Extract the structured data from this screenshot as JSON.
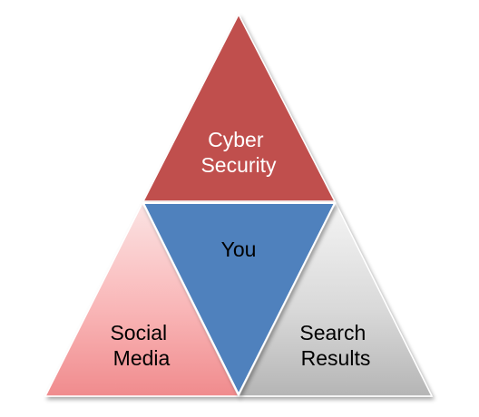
{
  "diagram": {
    "segments": [
      {
        "id": "top",
        "label_lines": [
          "Cyber",
          "Security"
        ],
        "fill": "#c0504d",
        "text_color": "#ffffff"
      },
      {
        "id": "center",
        "label_lines": [
          "You"
        ],
        "fill": "#4f81bd",
        "text_color": "#000000"
      },
      {
        "id": "left",
        "label_lines": [
          "Social",
          "Media"
        ],
        "fill_gradient": [
          "#fbe3e3",
          "#f9b6b7",
          "#f08b8d"
        ],
        "text_color": "#000000"
      },
      {
        "id": "right",
        "label_lines": [
          "Search",
          "Results"
        ],
        "fill_gradient": [
          "#f4f4f4",
          "#d9d9d9",
          "#b5b5b5"
        ],
        "text_color": "#000000"
      }
    ],
    "outline_color": "#ffffff",
    "shadow_color": "#c8c8c8"
  }
}
